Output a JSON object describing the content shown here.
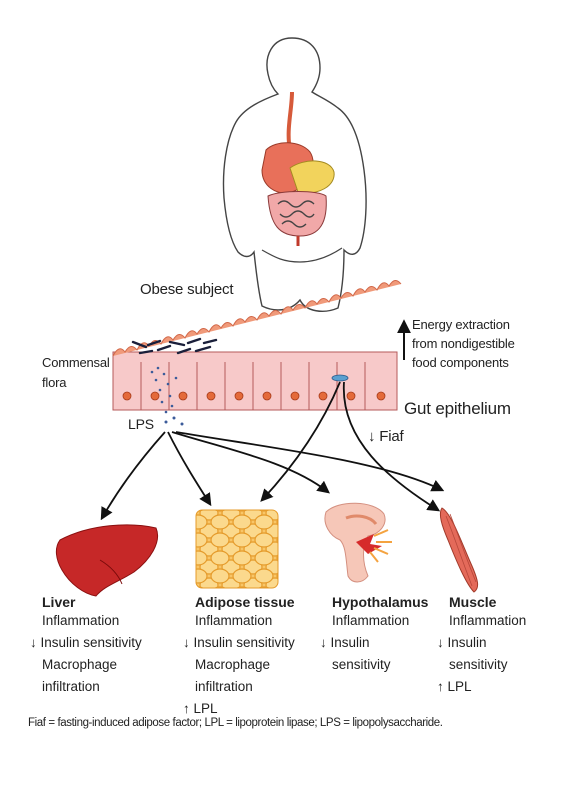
{
  "labels": {
    "obese_subject": "Obese subject",
    "commensal_flora": [
      "Commensal",
      "flora"
    ],
    "lps": "LPS",
    "gut_epithelium": "Gut epithelium",
    "fiaf": "↓ Fiaf",
    "energy_extraction": [
      "Energy extraction",
      "from nondigestible",
      "food components"
    ]
  },
  "organs": {
    "liver": {
      "name": "Liver",
      "lines": [
        "Inflammation",
        "↓ Insulin sensitivity",
        "Macrophage",
        "infiltration"
      ]
    },
    "adipose": {
      "name": "Adipose tissue",
      "lines": [
        "Inflammation",
        "↓ Insulin sensitivity",
        "Macrophage",
        "infiltration",
        "↑ LPL"
      ]
    },
    "hypothalamus": {
      "name": "Hypothalamus",
      "lines": [
        "Inflammation",
        "↓ Insulin",
        "sensitivity"
      ]
    },
    "muscle": {
      "name": "Muscle",
      "lines": [
        "Inflammation",
        "↓ Insulin",
        "sensitivity",
        "↑ LPL"
      ]
    }
  },
  "footnote": "Fiaf = fasting-induced adipose factor; LPL = lipoprotein lipase; LPS = lipopolysaccharide.",
  "colors": {
    "liver": "#c62828",
    "adipose": "#f5b041",
    "epithelium": "#f7c9c9",
    "arrow": "#111111"
  }
}
